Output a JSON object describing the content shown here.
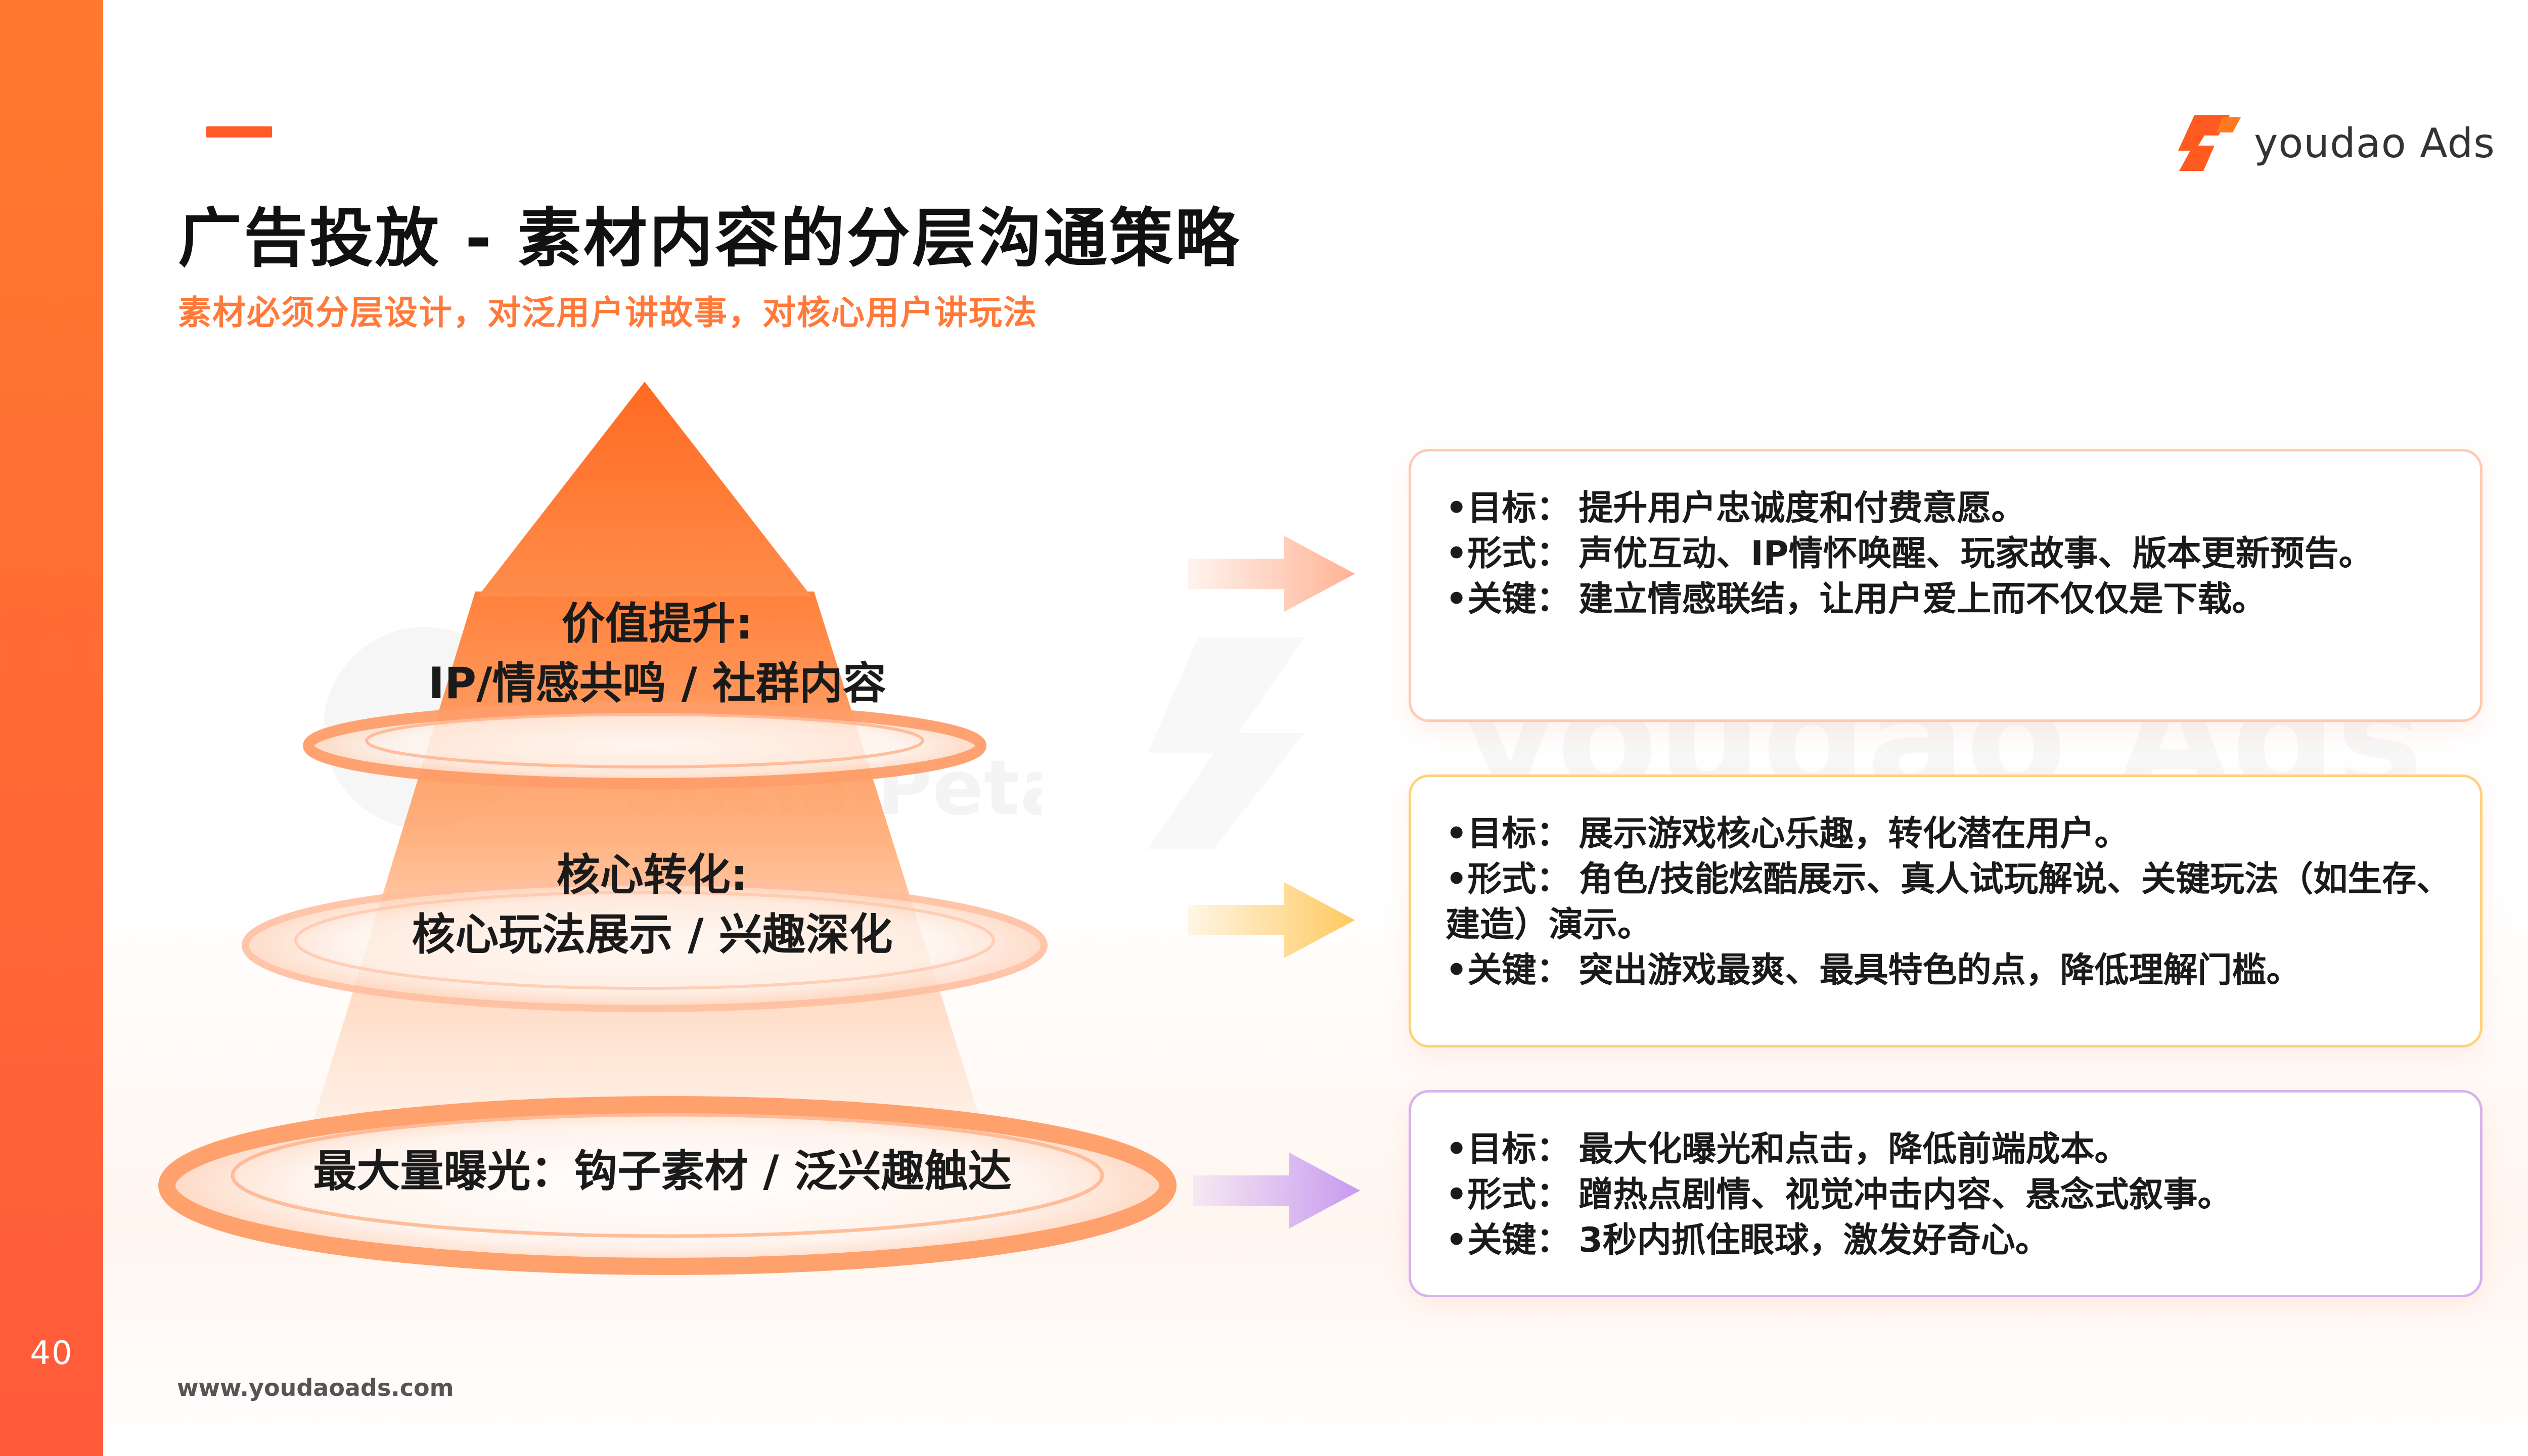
{
  "page": {
    "number": "40",
    "url": "www.youdaoads.com",
    "brand": "youdao Ads",
    "watermark_text": "youdao Ads",
    "watermark_text_2": "SocialPeta"
  },
  "header": {
    "title": "广告投放 - 素材内容的分层沟通策略",
    "subtitle": "素材必须分层设计，对泛用户讲故事，对核心用户讲玩法"
  },
  "pyramid": {
    "tiers": [
      {
        "line1": "价值提升:",
        "line2": "IP/情感共鸣 / 社群内容"
      },
      {
        "line1": "核心转化:",
        "line2": "核心玩法展示 / 兴趣深化"
      },
      {
        "line1": "最大量曝光：钩子素材 / 泛兴趣触达"
      }
    ]
  },
  "cards": [
    {
      "rows": [
        {
          "label": "•目标：",
          "text": "提升用户忠诚度和付费意愿。"
        },
        {
          "label": "•形式：",
          "text": "声优互动、IP情怀唤醒、玩家故事、版本更新预告。"
        },
        {
          "label": "•关键：",
          "text": "建立情感联结，让用户爱上而不仅仅是下载。"
        }
      ]
    },
    {
      "rows": [
        {
          "label": "•目标：",
          "text": "展示游戏核心乐趣，转化潜在用户。"
        },
        {
          "label": "•形式：",
          "text": "角色/技能炫酷展示、真人试玩解说、关键玩法（如生存、建造）演示。"
        },
        {
          "label": "•关键：",
          "text": "突出游戏最爽、最具特色的点，降低理解门槛。"
        }
      ]
    },
    {
      "rows": [
        {
          "label": "•目标：",
          "text": "最大化曝光和点击，降低前端成本。"
        },
        {
          "label": "•形式：",
          "text": "蹭热点剧情、视觉冲击内容、悬念式叙事。"
        },
        {
          "label": "•关键：",
          "text": "3秒内抓住眼球，激发好奇心。"
        }
      ]
    }
  ],
  "colors": {
    "accent": "#ff6a2c",
    "card1_border": "#ffc9b2",
    "card2_border": "#ffd27a",
    "card3_border": "#d6b2ee",
    "arrow1": "#ffb394",
    "arrow2": "#ffc960",
    "arrow3": "#c79af0"
  }
}
